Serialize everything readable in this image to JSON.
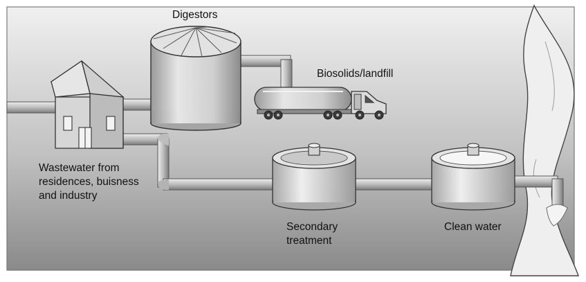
{
  "labels": {
    "digestors": "Digestors",
    "biosolids": "Biosolids/landfill",
    "wastewater_line1": "Wastewater from",
    "wastewater_line2": "residences, buisness",
    "wastewater_line3": "and industry",
    "secondary_line1": "Secondary",
    "secondary_line2": "treatment",
    "clean_water": "Clean water"
  },
  "colors": {
    "background_light": "#ececec",
    "background_dark": "#8e8e8e",
    "structure_fill": "#d9d9d9",
    "outline": "#333333",
    "pipe": "#c4c4c4",
    "water": "#eeeeee"
  },
  "icons": {
    "house": "house-icon",
    "digestor": "digestor-tank-icon",
    "truck": "tanker-truck-icon",
    "secondary_tank": "clarifier-tank-icon",
    "clean_tank": "clarifier-tank-icon",
    "river": "river-icon"
  }
}
